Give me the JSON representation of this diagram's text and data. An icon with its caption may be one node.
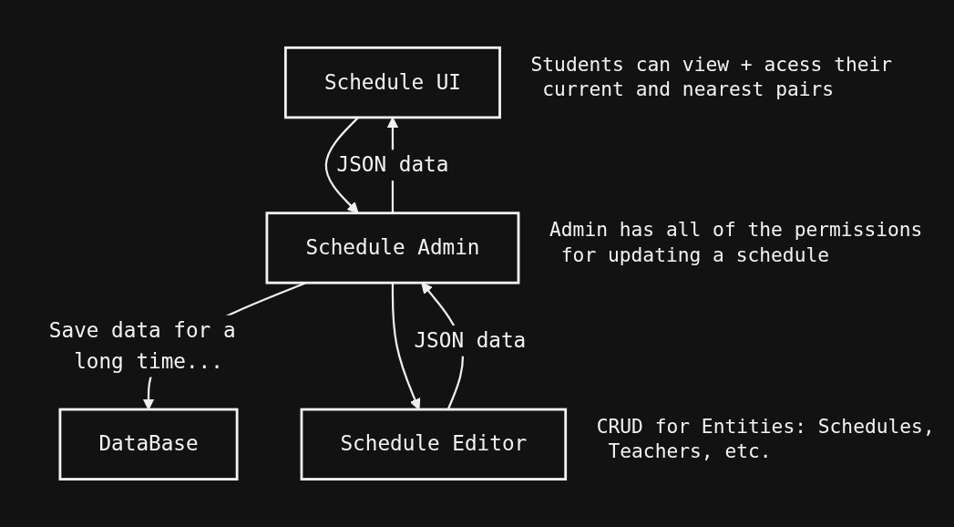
{
  "diagram": {
    "nodes": [
      {
        "text": [
          "DataBase"
        ]
      },
      {
        "text": [
          "Schedule UI"
        ],
        "beside": [
          "Students can view + acess their current and nearest pairs"
        ]
      },
      {
        "text": [
          "Schedule Admin"
        ],
        "beside": [
          "Admin has all of the permissions for updating a schedule"
        ]
      },
      {
        "text": [
          "Schedule Editor"
        ],
        "beside": [
          "CRUD for Entities: Schedules, Teachers, etc."
        ]
      }
    ],
    "edges": [
      {
        "from": 2,
        "to": 0,
        "arrow": "to",
        "label": "Save data for a long time..."
      },
      {
        "from": 2,
        "to": 1,
        "arrow": "to",
        "label": "JSON data"
      },
      {
        "from": 1,
        "to": 2,
        "arrow": "to"
      },
      {
        "from": 2,
        "to": 3,
        "arrow": "to"
      },
      {
        "from": 3,
        "to": 2,
        "arrow": "to",
        "label": "JSON data"
      }
    ]
  }
}
